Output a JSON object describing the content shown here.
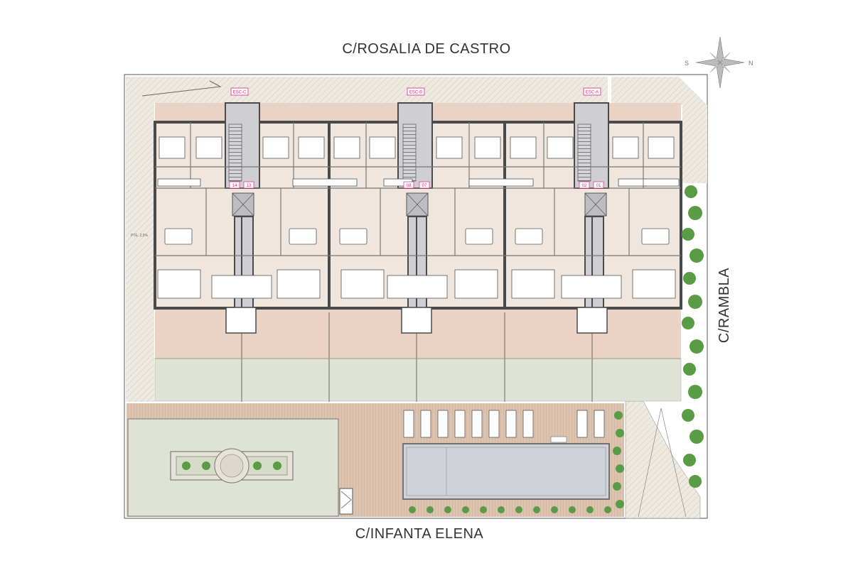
{
  "streets": {
    "north": "C/ROSALIA DE CASTRO",
    "south": "C/INFANTA ELENA",
    "east": "C/RAMBLA"
  },
  "compass": {
    "south": "S",
    "north": "N"
  },
  "stairs": [
    "ESC-C",
    "ESC-B",
    "ESC-A"
  ],
  "units": [
    {
      "left": "14",
      "right": "13"
    },
    {
      "left": "08",
      "right": "07"
    },
    {
      "left": "02",
      "right": "01"
    }
  ],
  "slope_note": "PTE. 2,5%",
  "colors": {
    "terrace": "#ead3c4",
    "garden": "#dfe3d6",
    "hatch": "#d9d2c4",
    "wall": "#4a4a4a",
    "core": "#cfcfd3",
    "pool": "#cfd3d8",
    "deck": "#d9c1ae",
    "accent": "#e0267a",
    "plant": "#5a9b45"
  }
}
